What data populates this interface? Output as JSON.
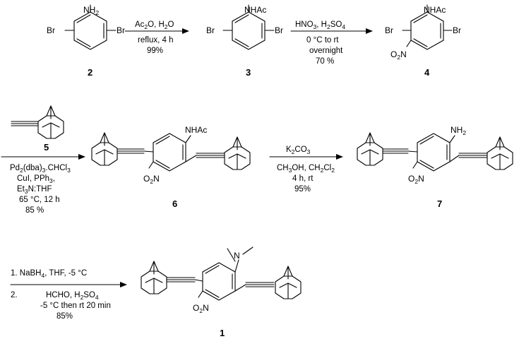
{
  "compounds": {
    "c2": {
      "number": "2",
      "nh2": "NH",
      "nh2_sub": "2",
      "br_left": "Br",
      "br_right": "Br"
    },
    "c3": {
      "number": "3",
      "nhac": "NHAc",
      "br_left": "Br",
      "br_right": "Br"
    },
    "c4": {
      "number": "4",
      "nhac": "NHAc",
      "br_left": "Br",
      "br_right": "Br",
      "no2": "O",
      "no2_sub": "2",
      "no2_n": "N"
    },
    "c5": {
      "number": "5"
    },
    "c6": {
      "number": "6",
      "nhac": "NHAc",
      "no2": "O",
      "no2_sub": "2",
      "no2_n": "N"
    },
    "c7": {
      "number": "7",
      "nh2": "NH",
      "nh2_sub": "2",
      "no2": "O",
      "no2_sub": "2",
      "no2_n": "N"
    },
    "c1": {
      "number": "1",
      "n": "N",
      "no2": "O",
      "no2_sub": "2",
      "no2_n": "N"
    }
  },
  "steps": {
    "s1": {
      "above_a": "Ac",
      "above_a_sub": "2",
      "above_b": "O, H",
      "above_b_sub": "2",
      "above_c": "O",
      "below1": "reflux, 4 h",
      "below2": "99%"
    },
    "s2": {
      "above_a": "HNO",
      "above_a_sub": "3",
      "above_b": ", H",
      "above_b_sub": "2",
      "above_c": "SO",
      "above_c_sub": "4",
      "below1": "0 °C to rt",
      "below2": "overnight",
      "below3": "70 %"
    },
    "s3": {
      "l1a": "Pd",
      "l1a_sub": "2",
      "l1b": "(dba)",
      "l1b_sub": "3",
      "l1c": ".CHCl",
      "l1c_sub": "3",
      "l2": "CuI, PPh",
      "l2_sub": "3",
      "l2_end": ",",
      "l3a": "Et",
      "l3a_sub": "3",
      "l3b": "N:THF",
      "l4": "65 °C, 12 h",
      "l5": "85 %"
    },
    "s4": {
      "above_a": "K",
      "above_a_sub": "2",
      "above_b": "CO",
      "above_b_sub": "3",
      "below1a": "CH",
      "below1a_sub": "3",
      "below1b": "OH, CH",
      "below1b_sub": "2",
      "below1c": "Cl",
      "below1c_sub": "2",
      "below2": "4 h, rt",
      "below3": "95%"
    },
    "s5": {
      "l1a": "1. NaBH",
      "l1a_sub": "4",
      "l1b": ", THF, -5 °C",
      "l2_prefix": "2.",
      "l2a": "HCHO, H",
      "l2a_sub": "2",
      "l2b": "SO",
      "l2b_sub": "4",
      "l3": "-5 °C then rt 20 min",
      "l4": "85%"
    }
  }
}
